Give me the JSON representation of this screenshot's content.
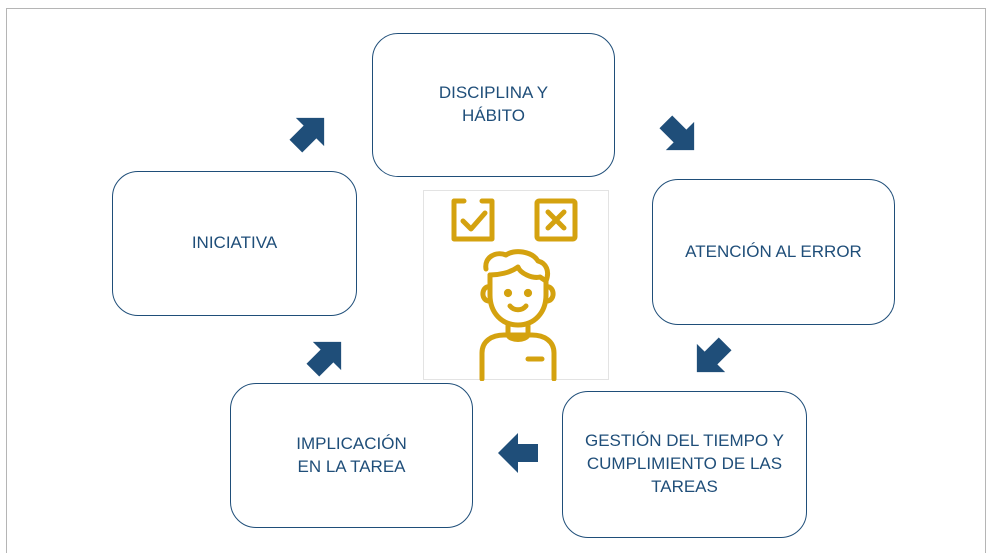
{
  "diagram": {
    "nodes": [
      {
        "id": "disciplina",
        "label": "DISCIPLINA Y\nHÁBITO"
      },
      {
        "id": "atencion",
        "label": "ATENCIÓN AL  ERROR"
      },
      {
        "id": "gestion",
        "label": "GESTIÓN DEL  TIEMPO Y\nCUMPLIMIENTO  DE LAS\nTAREAS"
      },
      {
        "id": "implicacion",
        "label": "IMPLICACIÓN\nEN LA TAREA"
      },
      {
        "id": "iniciativa",
        "label": "INICIATIVA"
      }
    ],
    "center_icon": "person-checklist-icon",
    "colors": {
      "node_border": "#1f4e79",
      "node_text": "#1f4e79",
      "arrow": "#1f4e79",
      "icon": "#d4a20f"
    }
  }
}
